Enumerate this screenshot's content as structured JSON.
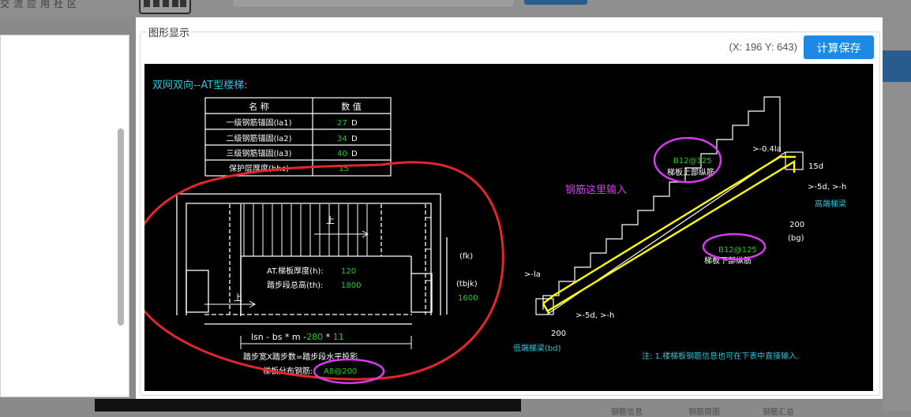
{
  "top_nav": {
    "text": "交流应用社区"
  },
  "group": {
    "title": "图形显示"
  },
  "toolbar": {
    "coords": "(X: 196 Y: 643)",
    "save_label": "计算保存"
  },
  "drawing": {
    "title": "双网双向--AT型楼梯:",
    "table": {
      "headers": [
        "名 称",
        "数 值"
      ],
      "rows": [
        {
          "name": "一级钢筋锚固(la1)",
          "value": "27",
          "unit": "D"
        },
        {
          "name": "二级钢筋锚固(la2)",
          "value": "34",
          "unit": "D"
        },
        {
          "name": "三级钢筋锚固(la3)",
          "value": "40",
          "unit": "D"
        },
        {
          "name": "保护层厚度(bhc)",
          "value": "15",
          "unit": ""
        }
      ]
    },
    "plan": {
      "up_label": "上",
      "up_label_2": "上",
      "thickness_label": "AT.梯板厚度(h):",
      "thickness_value": "120",
      "height_label": "踏步段总高(th):",
      "height_value": "1800",
      "fk": "(fk)",
      "tbjk": "(tbjk)",
      "width_value": "1600",
      "formula_prefix": "lsn - bs * m -",
      "formula_bs": "280",
      "formula_mid": " * ",
      "formula_m": "11",
      "caption": "踏步宽X踏步数=踏步段水平投影",
      "dist_label": "梯板分布钢筋:",
      "dist_value": "A8@200"
    },
    "section": {
      "input_hint": "钢筋这里输入",
      "top_rebar": "B12@125",
      "top_rebar_label": "梯板上部纵筋",
      "bottom_rebar": "B12@125",
      "bottom_rebar_label": "梯板下部纵筋",
      "dim_04la": ">-0.4la",
      "dim_15d": "15d",
      "dim_5d_top": ">-5d, >-h",
      "high_beam": "高端梯梁",
      "dim_200_top": "200",
      "bg": "(bg)",
      "dim_la": ">-la",
      "dim_5d_bottom": ">-5d, >-h",
      "dim_200_bottom": "200",
      "low_beam": "低端梯梁(bd)",
      "note": "注: 1.楼梯板钢筋信息也可在下表中直接输入."
    }
  },
  "bottom_tabs": [
    "钢筋信息",
    "钢筋简图",
    "钢筋汇总"
  ],
  "colors": {
    "accent": "#1e88e5",
    "annotation_red": "#e3262a",
    "annotation_magenta": "#d63bf0",
    "cad_cyan": "#22c9dd",
    "cad_green": "#19d219",
    "cad_yellow": "#ffff00"
  }
}
